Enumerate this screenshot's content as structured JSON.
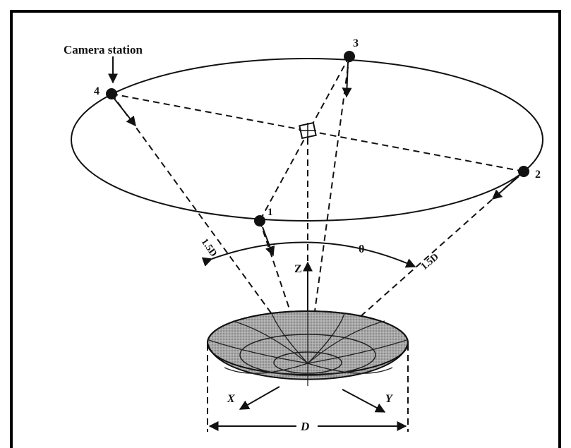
{
  "labels": {
    "camera_station": "Camera station",
    "station_1": "1",
    "station_2": "2",
    "station_3": "3",
    "station_4": "4",
    "theta": "θ",
    "distance_left": "1.5D",
    "distance_right": "1.5D",
    "z_axis": "Z",
    "x_axis": "X",
    "y_axis": "Y",
    "diameter": "D"
  },
  "colors": {
    "ink": "#111111",
    "dish_fill": "#9a9a9a"
  }
}
